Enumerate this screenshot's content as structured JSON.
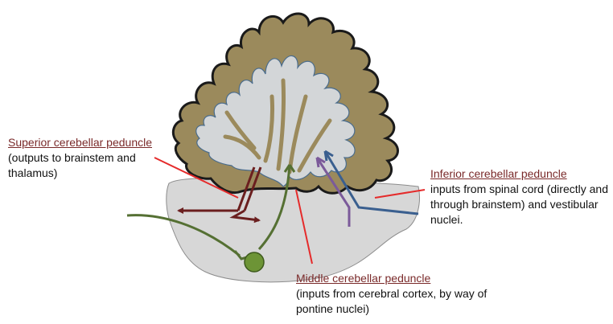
{
  "labels": {
    "superior": {
      "title": "Superior cerebellar peduncle",
      "description": "(outputs to brainstem and thalamus)"
    },
    "inferior": {
      "title": "Inferior cerebellar peduncle",
      "description": "inputs from spinal cord (directly and through brainstem) and vestibular nuclei."
    },
    "middle": {
      "title": "Middle cerebellar peduncle",
      "description": "(inputs from cerebral cortex, by way of pontine nuclei)"
    }
  },
  "colors": {
    "cortex": "#9b8a5c",
    "white_matter": "#d3d6d8",
    "brainstem": "#d7d7d7",
    "superior_pathway": "#6b1f1f",
    "middle_pathway": "#557033",
    "inferior_spinal": "#7b5a9a",
    "inferior_vestibular": "#3a5f8f",
    "leader_line": "#e52b2b",
    "title_text": "#7a2a2a"
  }
}
